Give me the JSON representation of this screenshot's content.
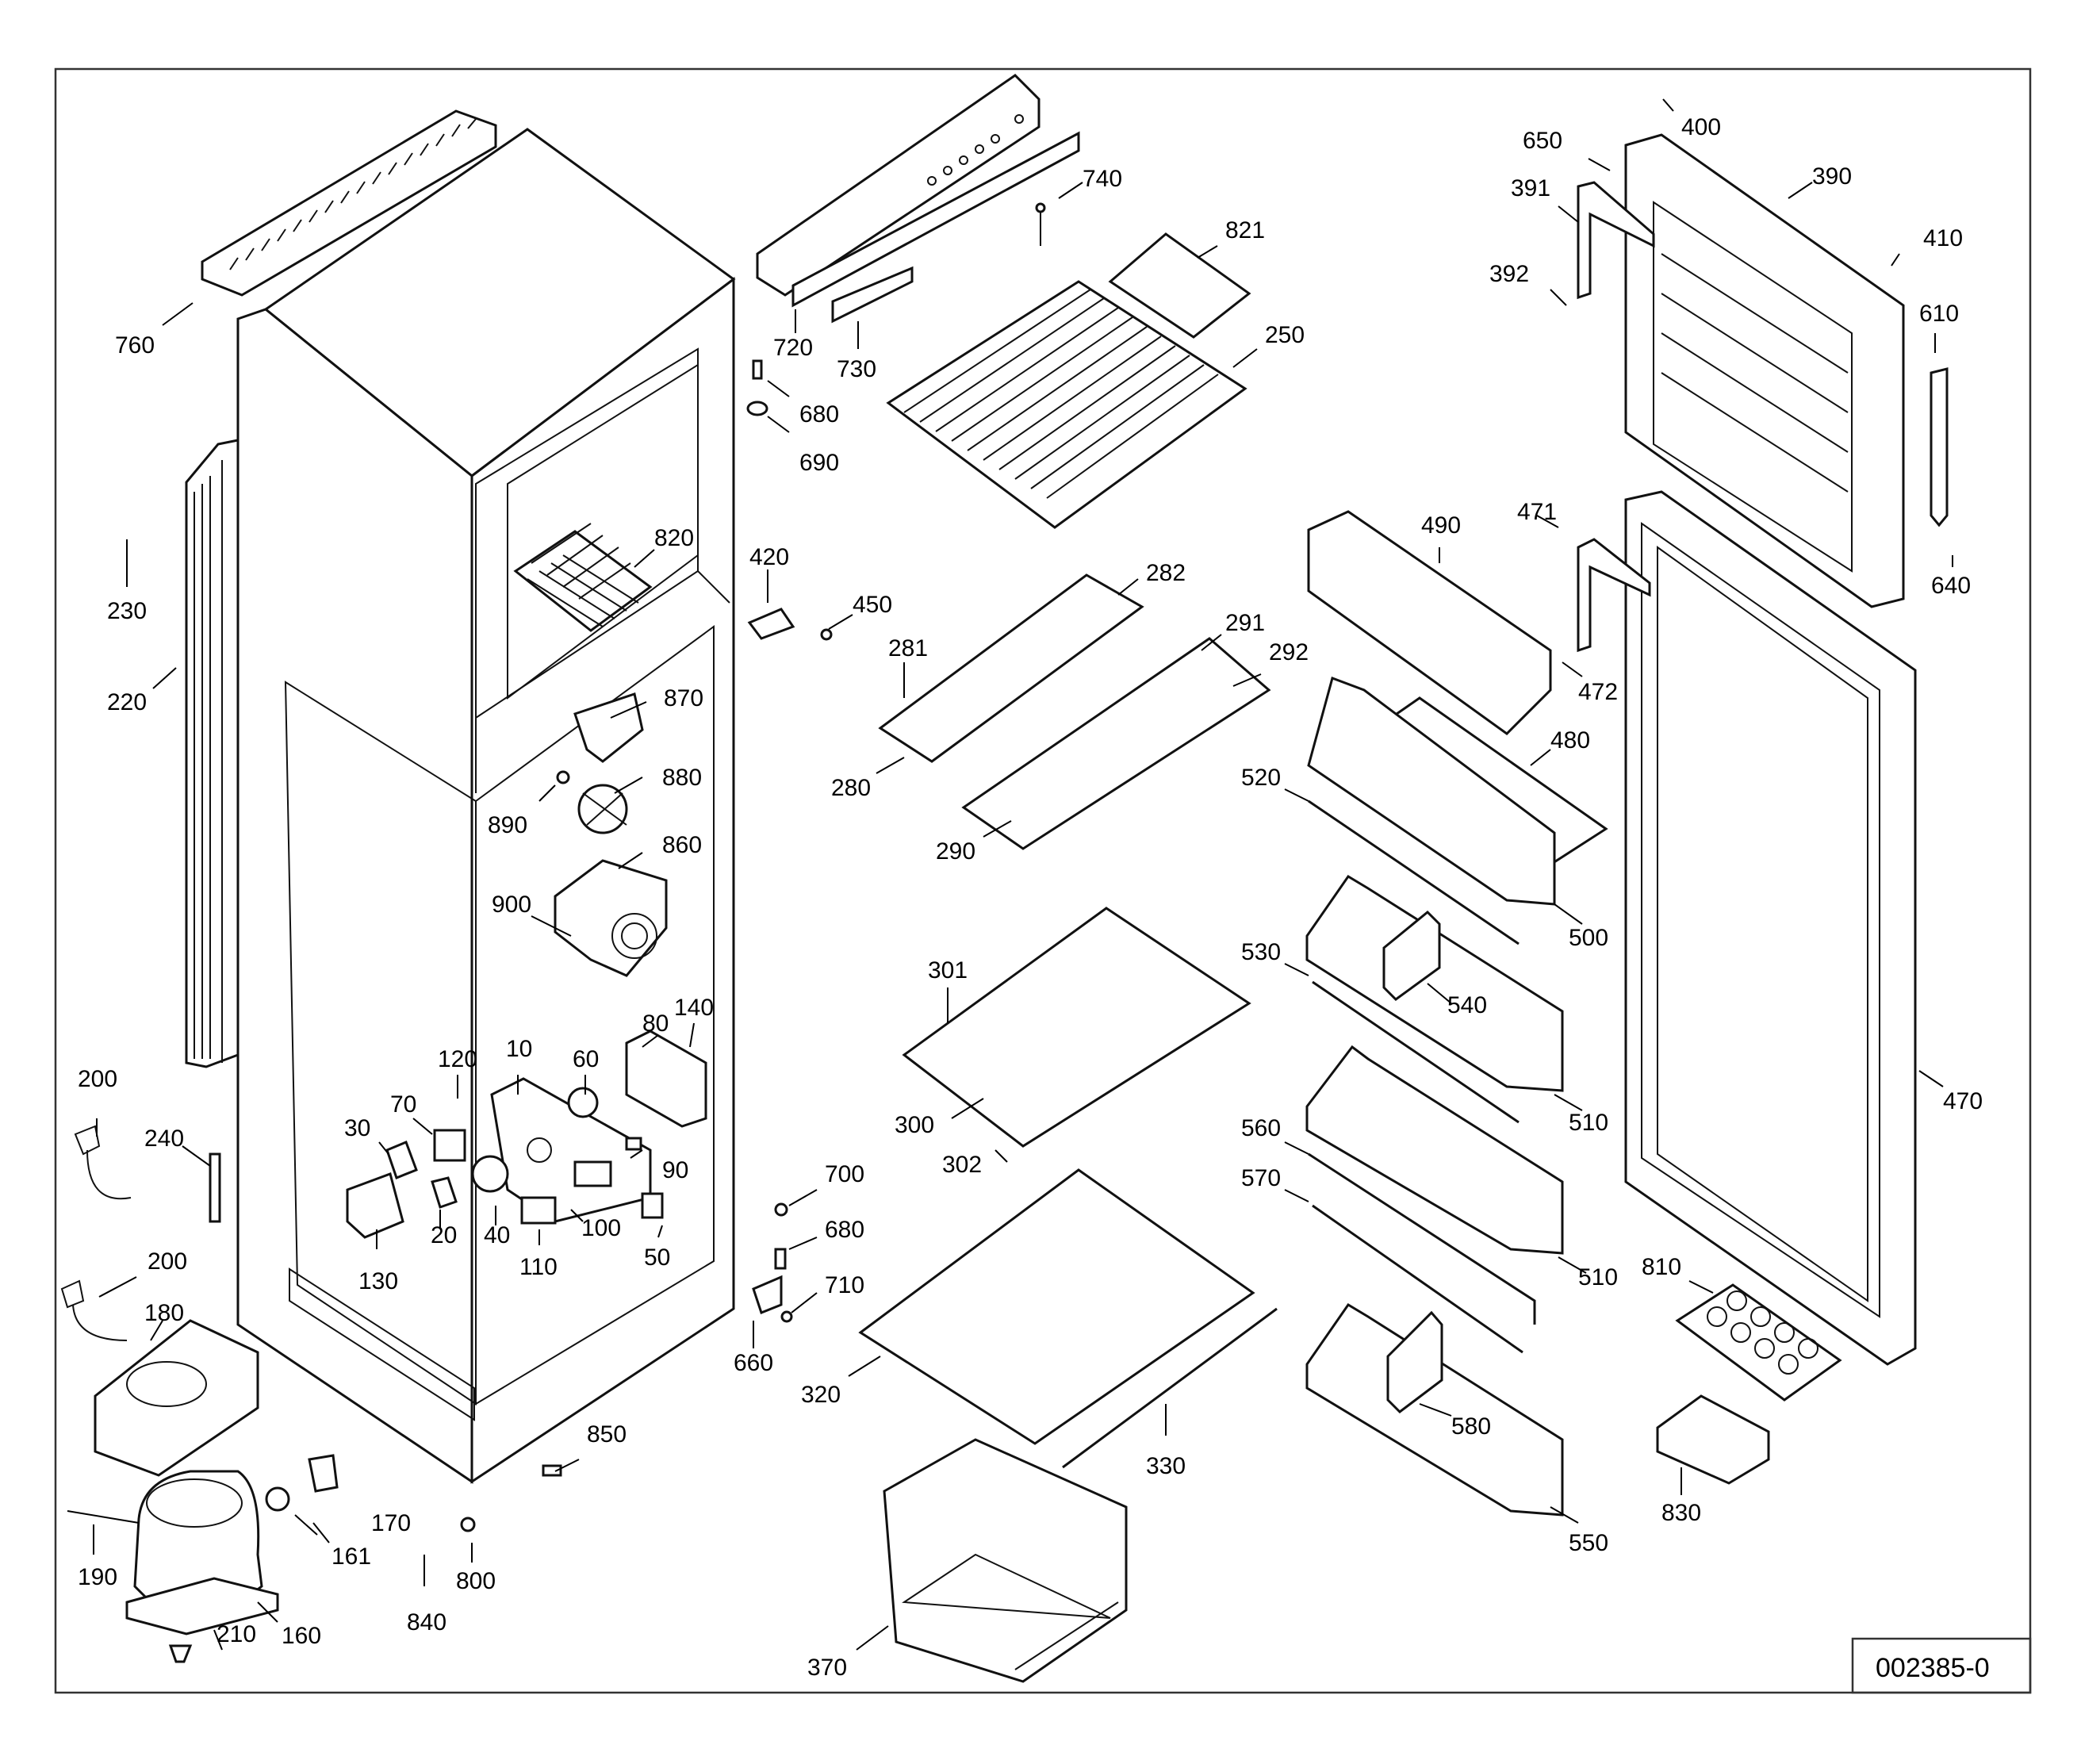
{
  "drawing_number": "002385-0",
  "callouts": [
    "760",
    "230",
    "220",
    "200",
    "240",
    "200",
    "180",
    "190",
    "161",
    "160",
    "210",
    "170",
    "840",
    "800",
    "850",
    "820",
    "870",
    "880",
    "890",
    "860",
    "900",
    "140",
    "80",
    "120",
    "10",
    "60",
    "70",
    "30",
    "20",
    "40",
    "100",
    "110",
    "130",
    "90",
    "50",
    "720",
    "730",
    "740",
    "680",
    "690",
    "420",
    "450",
    "700",
    "680",
    "710",
    "660",
    "821",
    "250",
    "282",
    "281",
    "291",
    "292",
    "280",
    "290",
    "301",
    "300",
    "302",
    "320",
    "330",
    "370",
    "490",
    "471",
    "472",
    "480",
    "520",
    "500",
    "530",
    "540",
    "510",
    "560",
    "570",
    "510",
    "810",
    "580",
    "550",
    "830",
    "470",
    "400",
    "650",
    "391",
    "392",
    "390",
    "410",
    "610",
    "640"
  ]
}
